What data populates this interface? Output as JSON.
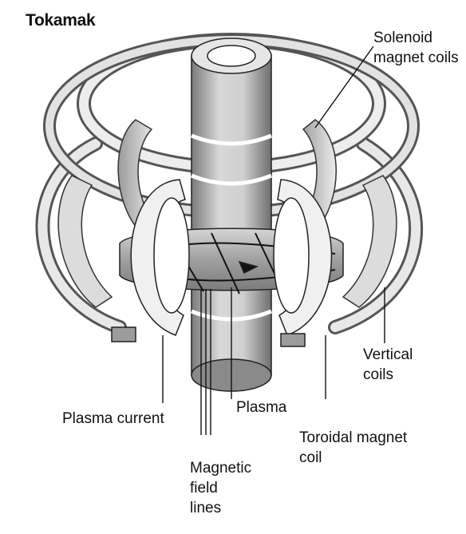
{
  "diagram": {
    "title": "Tokamak",
    "labels": {
      "solenoid": [
        "Solenoid",
        "magnet coils"
      ],
      "vertical": [
        "Vertical",
        "coils"
      ],
      "plasma": "Plasma",
      "plasma_current": "Plasma current",
      "toroidal": [
        "Toroidal magnet",
        "coil"
      ],
      "magnetic_field": [
        "Magnetic",
        "field",
        "lines"
      ]
    }
  },
  "colors": {
    "background": "#ffffff",
    "ink": "#111111",
    "coil_light": "#f2f2f2",
    "coil_mid": "#b8b8b8",
    "coil_dark": "#6a6a6a",
    "plasma": "#a9a9a9"
  }
}
